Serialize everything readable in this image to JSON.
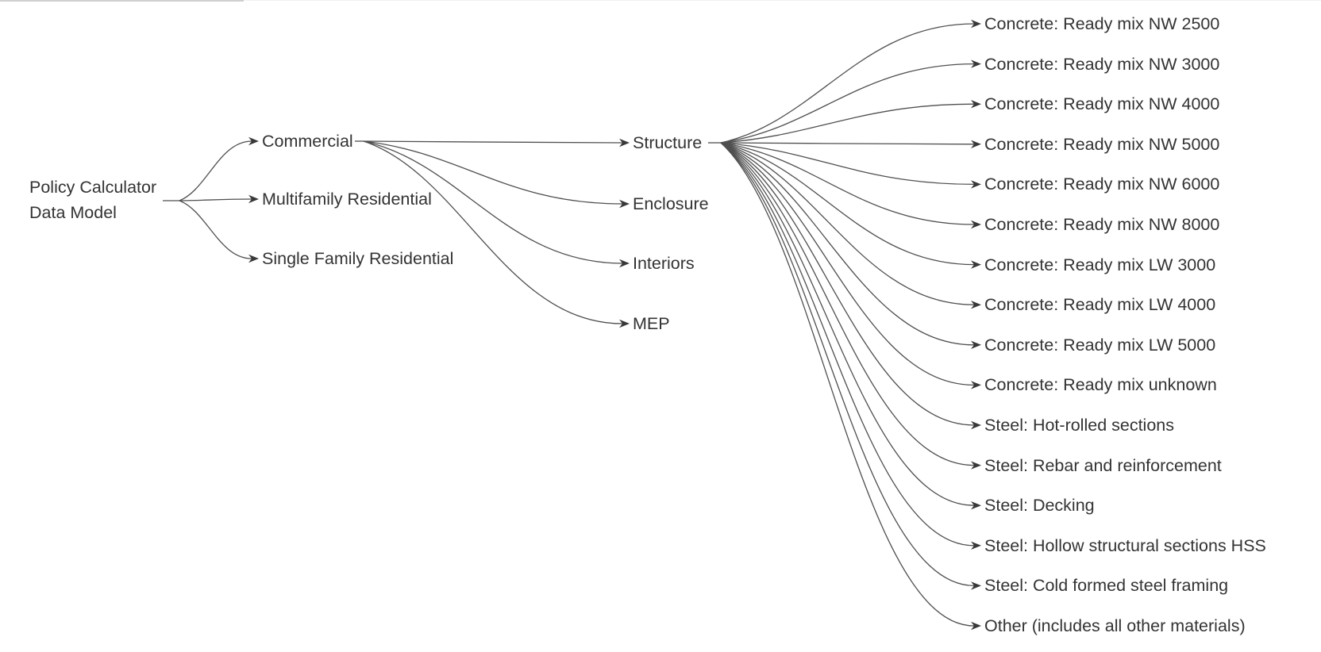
{
  "colors": {
    "background": "#ffffff",
    "text": "#333333",
    "edge": "#4f4f4f",
    "arrowhead": "#383838",
    "chrome_bar": "#cfcfcf"
  },
  "tree": {
    "id": "root",
    "label": "Policy Calculator Data Model",
    "label_lines": [
      "Policy Calculator",
      "Data Model"
    ],
    "children": [
      {
        "id": "commercial",
        "label": "Commercial",
        "children": [
          {
            "id": "structure",
            "label": "Structure",
            "children": [
              {
                "id": "concrete-ready-mix-nw-2500",
                "label": "Concrete: Ready mix NW 2500"
              },
              {
                "id": "concrete-ready-mix-nw-3000",
                "label": "Concrete: Ready mix NW 3000"
              },
              {
                "id": "concrete-ready-mix-nw-4000",
                "label": "Concrete: Ready mix NW 4000"
              },
              {
                "id": "concrete-ready-mix-nw-5000",
                "label": "Concrete: Ready mix NW 5000"
              },
              {
                "id": "concrete-ready-mix-nw-6000",
                "label": "Concrete: Ready mix NW 6000"
              },
              {
                "id": "concrete-ready-mix-nw-8000",
                "label": "Concrete: Ready mix NW 8000"
              },
              {
                "id": "concrete-ready-mix-lw-3000",
                "label": "Concrete: Ready mix LW 3000"
              },
              {
                "id": "concrete-ready-mix-lw-4000",
                "label": "Concrete: Ready mix LW 4000"
              },
              {
                "id": "concrete-ready-mix-lw-5000",
                "label": "Concrete: Ready mix LW 5000"
              },
              {
                "id": "concrete-ready-mix-unknown",
                "label": "Concrete: Ready mix unknown"
              },
              {
                "id": "steel-hot-rolled-sections",
                "label": "Steel: Hot-rolled sections"
              },
              {
                "id": "steel-rebar-and-reinforcement",
                "label": "Steel: Rebar and reinforcement"
              },
              {
                "id": "steel-decking",
                "label": "Steel: Decking"
              },
              {
                "id": "steel-hollow-structural-sections-hss",
                "label": "Steel: Hollow structural sections HSS"
              },
              {
                "id": "steel-cold-formed-steel-framing",
                "label": "Steel: Cold formed steel framing"
              },
              {
                "id": "other-includes-all-other-materials",
                "label": "Other (includes all other materials)"
              }
            ]
          },
          {
            "id": "enclosure",
            "label": "Enclosure"
          },
          {
            "id": "interiors",
            "label": "Interiors"
          },
          {
            "id": "mep",
            "label": "MEP"
          }
        ]
      },
      {
        "id": "multifamily-residential",
        "label": "Multifamily Residential"
      },
      {
        "id": "single-family-residential",
        "label": "Single Family Residential"
      }
    ]
  }
}
